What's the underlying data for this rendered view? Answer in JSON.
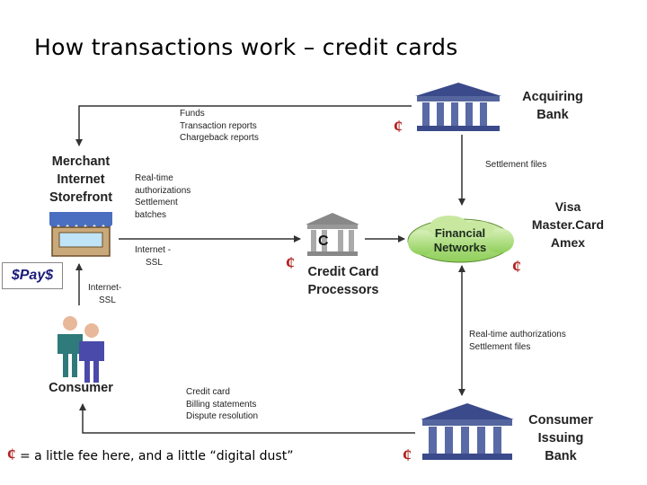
{
  "title": "How transactions work – credit cards",
  "nodes": {
    "acquiring_bank": [
      "Acquiring",
      "Bank"
    ],
    "merchant": [
      "Merchant",
      "Internet",
      "Storefront"
    ],
    "processors": [
      "Credit Card",
      "Processors"
    ],
    "processor_mark": "C",
    "financial_networks": [
      "Financial",
      "Networks"
    ],
    "card_brands": [
      "Visa",
      "Master.Card",
      "Amex"
    ],
    "consumer": "Consumer",
    "issuing_bank": [
      "Consumer",
      "Issuing",
      "Bank"
    ],
    "pay_sign": "$Pay$"
  },
  "edge_labels": {
    "funds": [
      "Funds",
      "Transaction reports",
      "Chargeback reports"
    ],
    "settlement_files": "Settlement files",
    "merchant_processor": [
      "Real-time",
      "authorizations",
      "Settlement",
      "batches"
    ],
    "internet_ssl_top": [
      "Internet -",
      "SSL"
    ],
    "internet_ssl_left": [
      "Internet-",
      "SSL"
    ],
    "realtime_auth": [
      "Real-time authorizations",
      "Settlement files"
    ],
    "credit_card": [
      "Credit card",
      "Billing statements",
      "Dispute resolution"
    ]
  },
  "cent_symbol": "¢",
  "footnote": {
    "symbol": "¢",
    "text": " = a little fee here, and a little “digital dust”"
  },
  "colors": {
    "fee": "#b22222",
    "bank": "#3a4a8a",
    "cloud": "#7ec34a",
    "store_awning": "#4a6fc0"
  }
}
